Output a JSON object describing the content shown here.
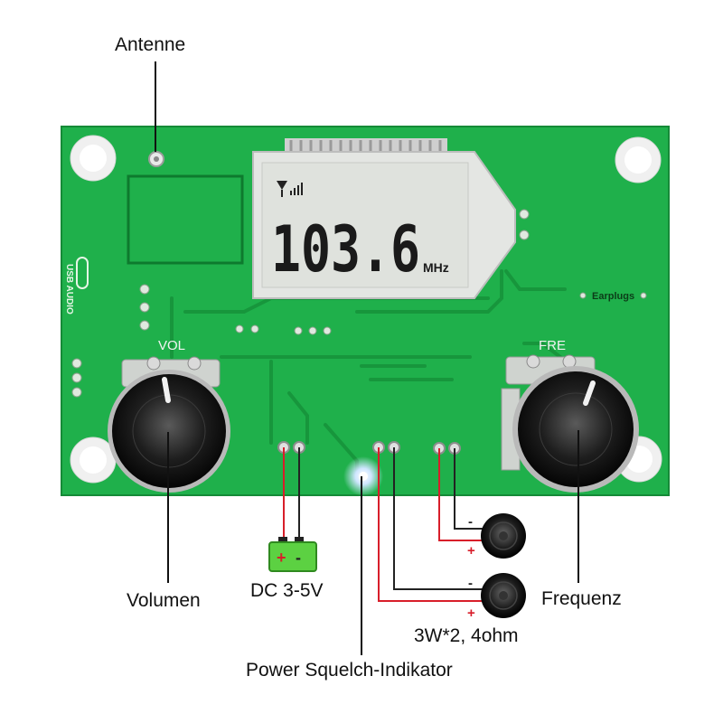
{
  "labels": {
    "antenna": "Antenne",
    "volume": "Volumen",
    "power_supply": "DC 3-5V",
    "indicator": "Power Squelch-Indikator",
    "speakers": "3W*2, 4ohm",
    "frequency": "Frequenz"
  },
  "board": {
    "vol_label": "VOL",
    "fre_label": "FRE",
    "earplugs_label": "Earplugs",
    "usb_label": "USB AUDIO"
  },
  "display": {
    "frequency": "103.6",
    "unit": "MHz"
  },
  "polarity": {
    "plus": "+",
    "minus": "-"
  },
  "colors": {
    "pcb": "#1fb04b",
    "wire_red": "#d81e2a",
    "wire_black": "#222222",
    "battery": "#5cd142",
    "lcd": "#e2e4e1"
  }
}
